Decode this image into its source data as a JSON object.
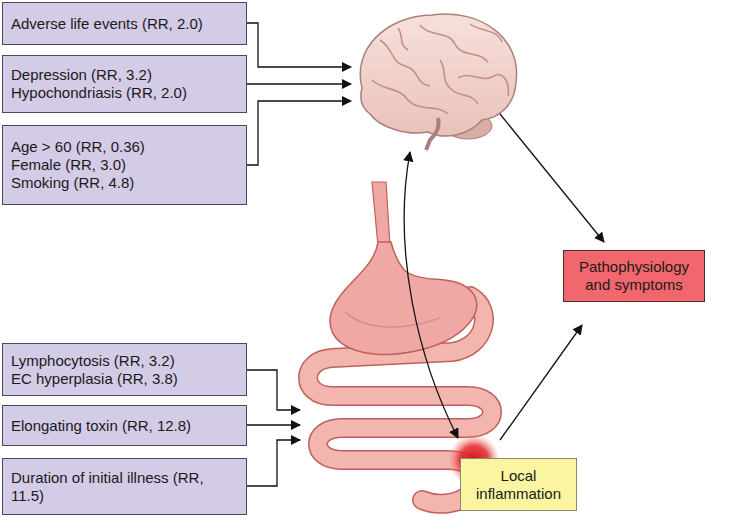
{
  "diagram": {
    "nodes": [
      {
        "text": [
          "Adverse life events (RR, 2.0)"
        ]
      },
      {
        "text": [
          "Depression (RR, 3.2)",
          "Hypochondriasis (RR, 2.0)"
        ]
      },
      {
        "text": [
          "Age > 60 (RR, 0.36)",
          "Female (RR, 3.0)",
          "Smoking (RR, 4.8)"
        ]
      },
      {
        "text": [
          "Lymphocytosis (RR, 3.2)",
          "EC hyperplasia (RR, 3.8)"
        ]
      },
      {
        "text": [
          "Elongating toxin (RR, 12.8)"
        ]
      },
      {
        "text": [
          "Duration of initial illness (RR, 11.5)"
        ]
      },
      {
        "text": [
          "Pathophysiology and symptoms"
        ]
      },
      {
        "text": [
          "Local inflammation"
        ]
      }
    ]
  }
}
